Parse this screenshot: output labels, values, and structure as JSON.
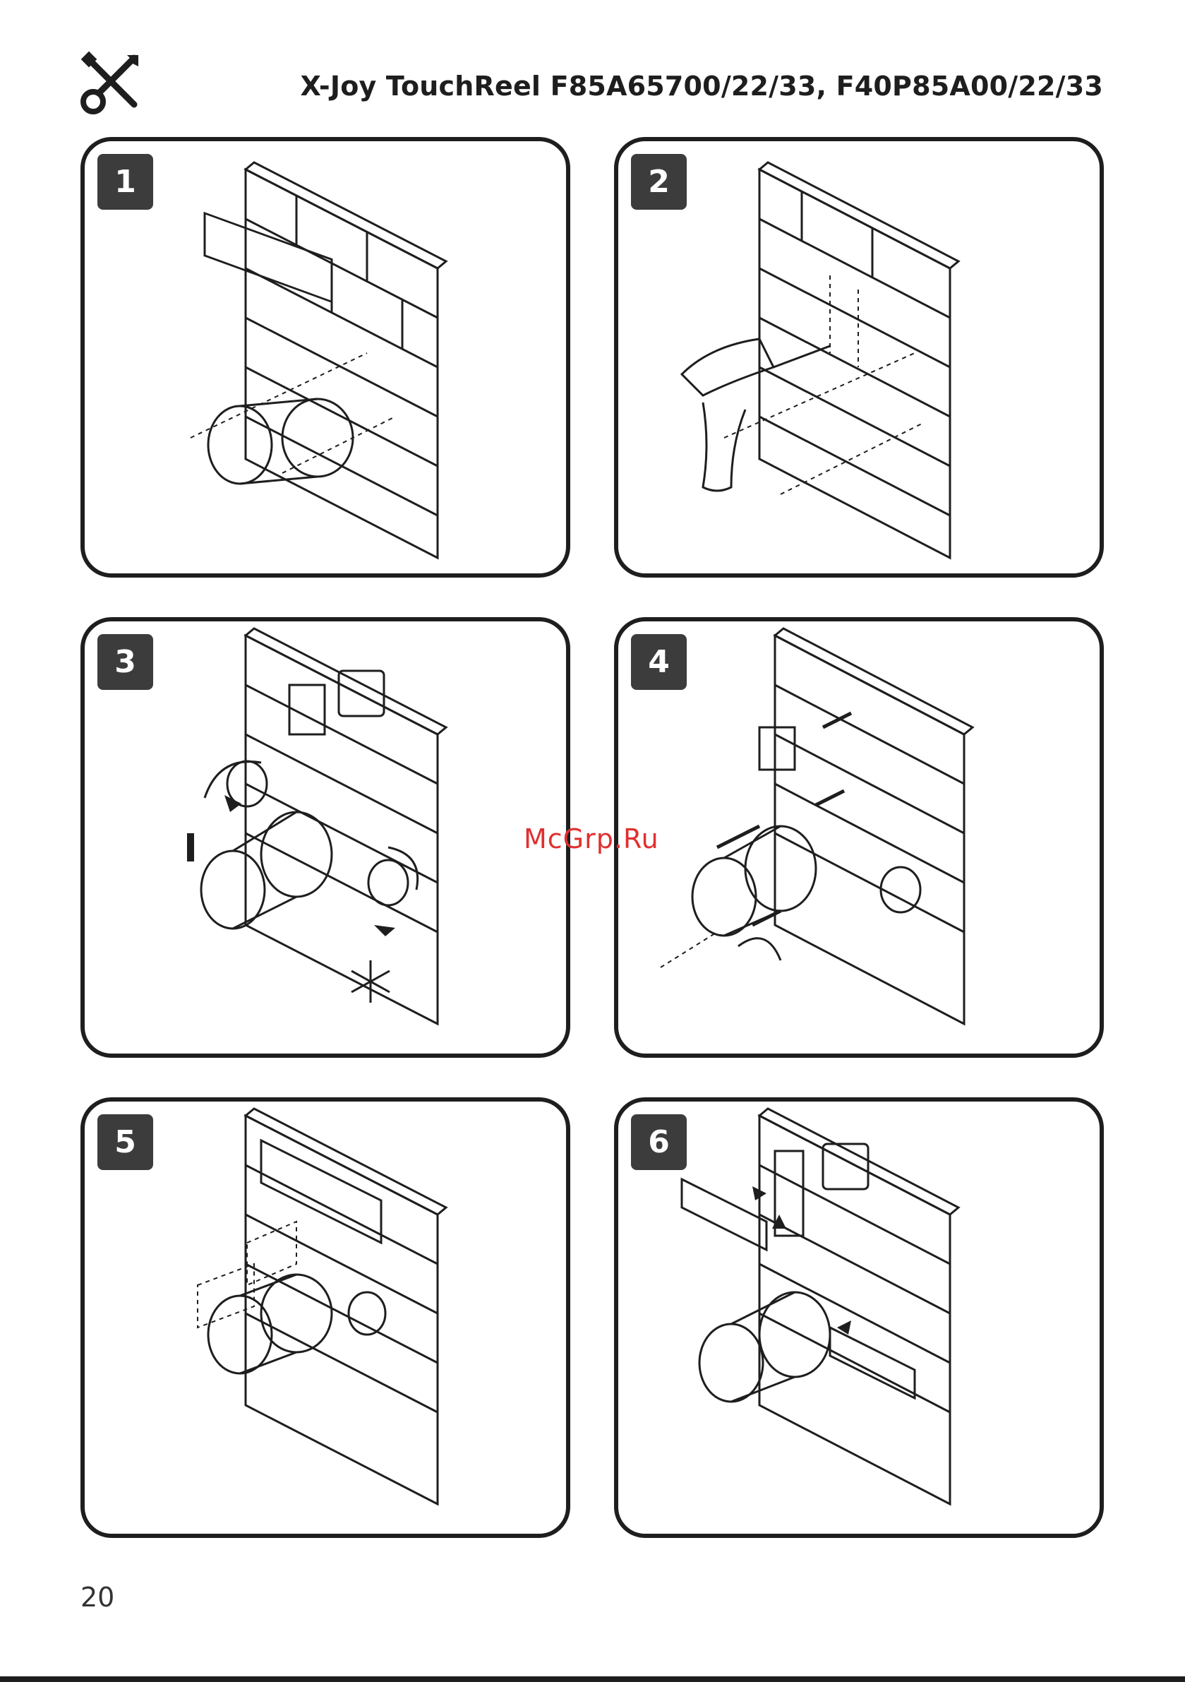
{
  "header": {
    "title": "X-Joy TouchReel F85A65700/22/33, F40P85A00/22/33",
    "icon": "tools-icon"
  },
  "steps": [
    {
      "number": "1",
      "scene": "level-alignment"
    },
    {
      "number": "2",
      "scene": "drilling"
    },
    {
      "number": "3",
      "scene": "connect-hot-cold-outlet"
    },
    {
      "number": "4",
      "scene": "screw-fixing"
    },
    {
      "number": "5",
      "scene": "level-check"
    },
    {
      "number": "6",
      "scene": "pipe-connection"
    }
  ],
  "watermark": "McGrp.Ru",
  "footer": {
    "page_number": "20"
  },
  "colors": {
    "ink": "#1e1e1e",
    "badge": "#3c3c3c",
    "watermark": "#e03030"
  }
}
